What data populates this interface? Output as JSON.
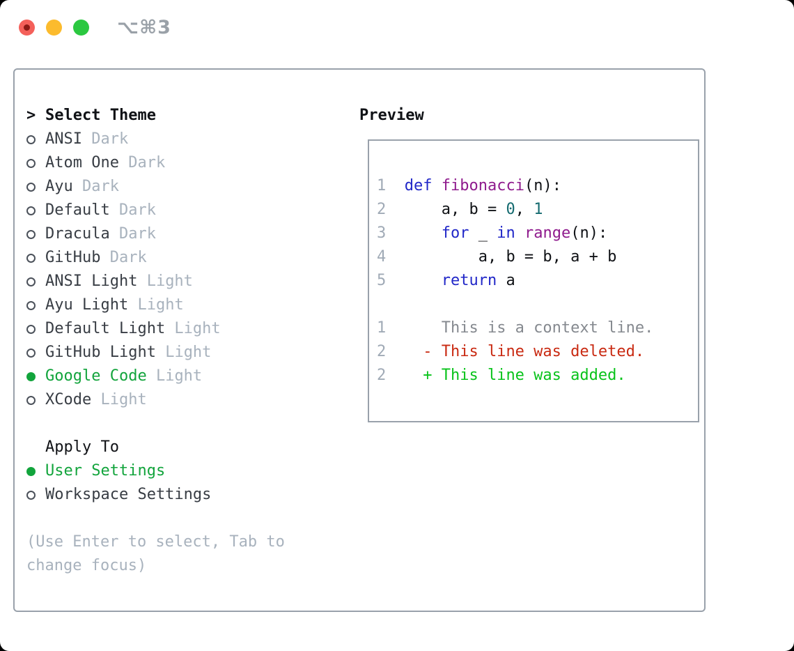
{
  "window": {
    "title_shortcut": "⌥⌘3"
  },
  "theme_picker": {
    "header_prefix": ">",
    "header_label": "Select Theme",
    "items": [
      {
        "label": "ANSI",
        "variant": "Dark",
        "selected": false
      },
      {
        "label": "Atom One",
        "variant": "Dark",
        "selected": false
      },
      {
        "label": "Ayu",
        "variant": "Dark",
        "selected": false
      },
      {
        "label": "Default",
        "variant": "Dark",
        "selected": false
      },
      {
        "label": "Dracula",
        "variant": "Dark",
        "selected": false
      },
      {
        "label": "GitHub",
        "variant": "Dark",
        "selected": false
      },
      {
        "label": "ANSI Light",
        "variant": "Light",
        "selected": false
      },
      {
        "label": "Ayu Light",
        "variant": "Light",
        "selected": false
      },
      {
        "label": "Default Light",
        "variant": "Light",
        "selected": false
      },
      {
        "label": "GitHub Light",
        "variant": "Light",
        "selected": false
      },
      {
        "label": "Google Code",
        "variant": "Light",
        "selected": true
      },
      {
        "label": "XCode",
        "variant": "Light",
        "selected": false
      }
    ],
    "apply_to_label": "Apply To",
    "apply_to_options": [
      {
        "label": "User Settings",
        "selected": true
      },
      {
        "label": "Workspace Settings",
        "selected": false
      }
    ],
    "help_lines": [
      "(Use Enter to select, Tab to",
      "change focus)"
    ]
  },
  "preview": {
    "title": "Preview",
    "code_lines": [
      {
        "num": "1",
        "tokens": [
          [
            "kw",
            "def"
          ],
          [
            "pl",
            " "
          ],
          [
            "fn",
            "fibonacci"
          ],
          [
            "pl",
            "(n):"
          ]
        ]
      },
      {
        "num": "2",
        "tokens": [
          [
            "pl",
            "    a, b = "
          ],
          [
            "lit",
            "0"
          ],
          [
            "pl",
            ", "
          ],
          [
            "lit",
            "1"
          ]
        ]
      },
      {
        "num": "3",
        "tokens": [
          [
            "pl",
            "    "
          ],
          [
            "kw",
            "for"
          ],
          [
            "pl",
            " _ "
          ],
          [
            "kw",
            "in"
          ],
          [
            "pl",
            " "
          ],
          [
            "fn",
            "range"
          ],
          [
            "pl",
            "(n):"
          ]
        ]
      },
      {
        "num": "4",
        "tokens": [
          [
            "pl",
            "        a, b = b, a + b"
          ]
        ]
      },
      {
        "num": "5",
        "tokens": [
          [
            "pl",
            "    "
          ],
          [
            "kw",
            "return"
          ],
          [
            "pl",
            " a"
          ]
        ]
      }
    ],
    "diff_lines": [
      {
        "num": "1",
        "marker": " ",
        "text": "This is a context line.",
        "kind": "context"
      },
      {
        "num": "2",
        "marker": "-",
        "text": "This line was deleted.",
        "kind": "deleted"
      },
      {
        "num": "2",
        "marker": "+",
        "text": "This line was added.",
        "kind": "added"
      }
    ]
  },
  "colors": {
    "accent_green": "#12a43c",
    "diff_added": "#09c31b",
    "diff_deleted": "#c92a12",
    "diff_context": "#85898f",
    "line_number": "#a0aab6",
    "keyword": "#2127c8",
    "function_name": "#8f1b8d",
    "literal": "#156b70",
    "muted": "#a8b2bd",
    "text_dark": "#383d44",
    "text_black": "#101216",
    "border": "#99a1ab"
  }
}
